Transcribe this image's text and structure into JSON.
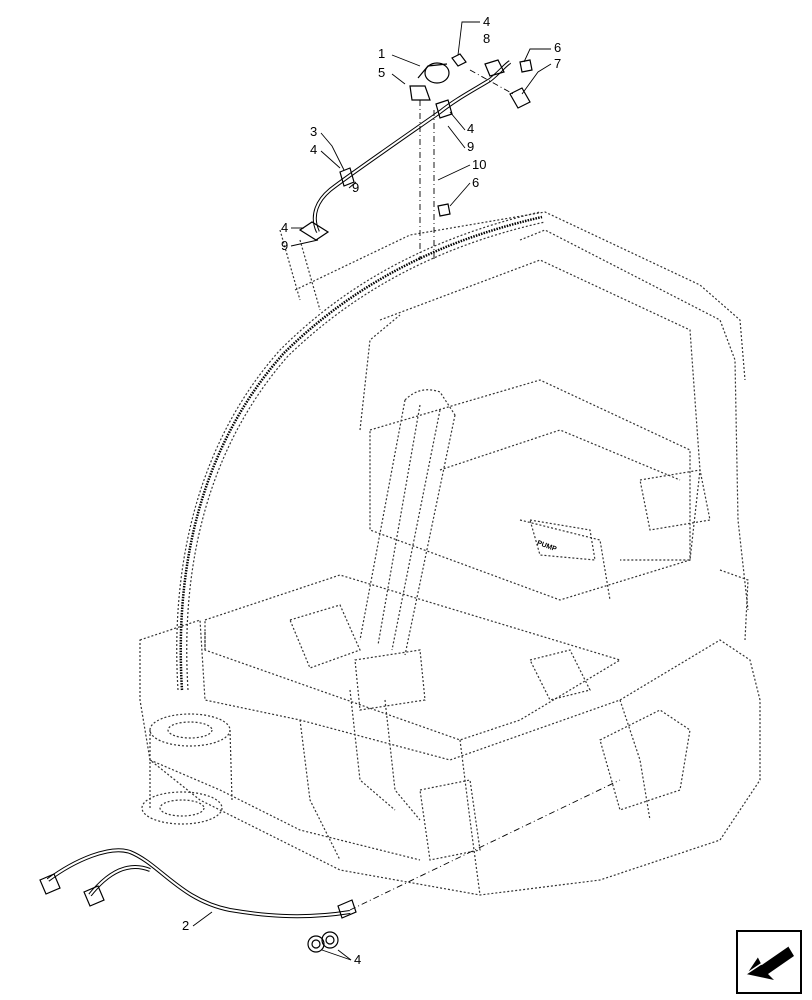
{
  "diagram": {
    "callouts": [
      {
        "id": "c1",
        "text": "1"
      },
      {
        "id": "c5",
        "text": "5"
      },
      {
        "id": "c4a",
        "text": "4"
      },
      {
        "id": "c8",
        "text": "8"
      },
      {
        "id": "c6a",
        "text": "6"
      },
      {
        "id": "c7",
        "text": "7"
      },
      {
        "id": "c4b",
        "text": "4"
      },
      {
        "id": "c9a",
        "text": "9"
      },
      {
        "id": "c3",
        "text": "3"
      },
      {
        "id": "c4c",
        "text": "4"
      },
      {
        "id": "c9b",
        "text": "9"
      },
      {
        "id": "c10",
        "text": "10"
      },
      {
        "id": "c6b",
        "text": "6"
      },
      {
        "id": "c4d",
        "text": "4"
      },
      {
        "id": "c9c",
        "text": "9"
      },
      {
        "id": "c2",
        "text": "2"
      },
      {
        "id": "c4e",
        "text": "4"
      }
    ],
    "plate_label": "PUMP"
  },
  "nav": {
    "icon": "arrow-left-down-icon"
  }
}
